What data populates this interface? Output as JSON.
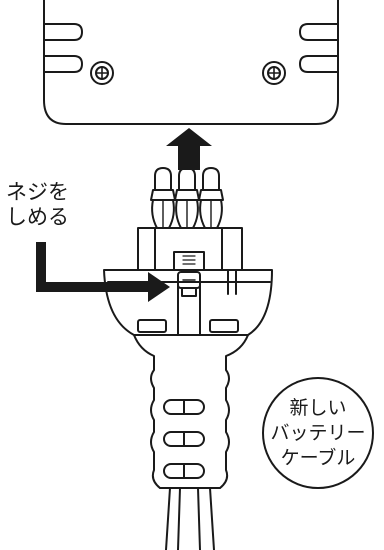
{
  "annotations": {
    "screw_callout": [
      "ネジを",
      "しめる"
    ],
    "cable_badge": [
      "新しい",
      "バッテリー",
      "ケーブル"
    ]
  },
  "colors": {
    "line": "#1a1a1a",
    "arrow": "#1a1a1a",
    "background": "#ffffff"
  },
  "icons": {
    "screw_head": "phillips-screw-icon",
    "insert_direction": "arrow-up-icon",
    "tighten_direction": "l-arrow-right-icon"
  }
}
